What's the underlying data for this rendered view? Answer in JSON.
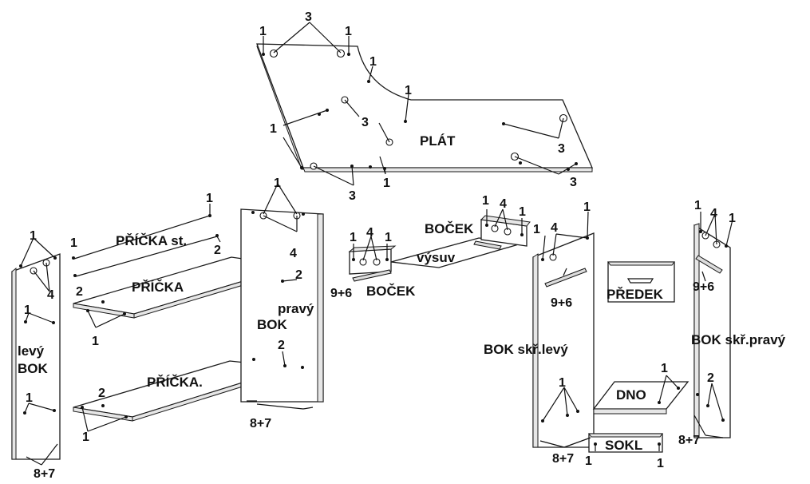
{
  "labels": {
    "plat": "PLÁT",
    "pricka_st": "PŘÍČKA st.",
    "pricka": "PŘÍČKA",
    "pricka_dot": "PŘÍČKA.",
    "levy": "levý",
    "bok": "BOK",
    "pravy": "pravý",
    "bok2": "BOK",
    "bocek_top": "BOČEK",
    "bocek_bottom": "BOČEK",
    "vysuv": "výsuv",
    "bok_skr_levy": "BOK skř.levý",
    "bok_skr_pravy": "BOK skř.pravý",
    "predek": "PŘEDEK",
    "dno": "DNO",
    "sokl": "SOKL"
  },
  "numbers": {
    "n1": "1",
    "n2": "2",
    "n3": "3",
    "n4": "4",
    "n96": "9+6",
    "n87": "8+7"
  },
  "colors": {
    "line": "#111111",
    "edge": "#e6e6e6",
    "background": "#ffffff"
  }
}
